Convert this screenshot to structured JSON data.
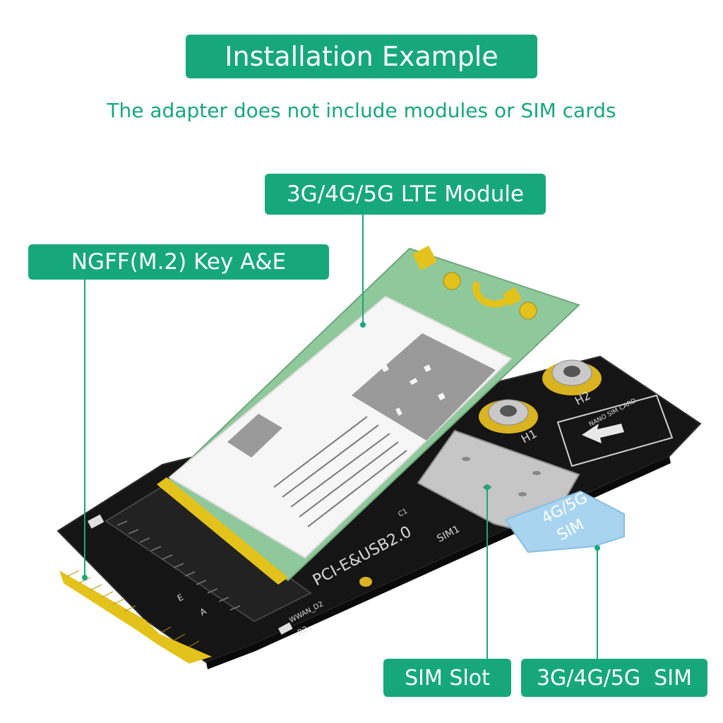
{
  "title": "Installation Example",
  "subtitle": "The adapter does not include modules or SIM cards",
  "callouts": {
    "module": "3G/4G/5G LTE Module",
    "key": "NGFF(M.2) Key A&E",
    "sim_slot": "SIM Slot",
    "sim_card": "3G/4G/5G  SIM"
  },
  "board": {
    "interface_label": "PCI-E&USB2.0",
    "slot_label": "SIM1",
    "hole_labels": [
      "H1",
      "H2"
    ],
    "sim_marking": "NANO SIM CARD",
    "led_label": "WWAN_D2",
    "resistor_label": "R2",
    "cap_label": "C1",
    "key_letters": [
      "A",
      "E"
    ]
  },
  "sim_card_text": [
    "4G/5G",
    "SIM"
  ],
  "colors": {
    "accent": "#16a87a",
    "board": "#151515",
    "module_pcb": "#8fc89a",
    "sim_card": "#a8d4ef",
    "gold": "#e4c21c"
  }
}
